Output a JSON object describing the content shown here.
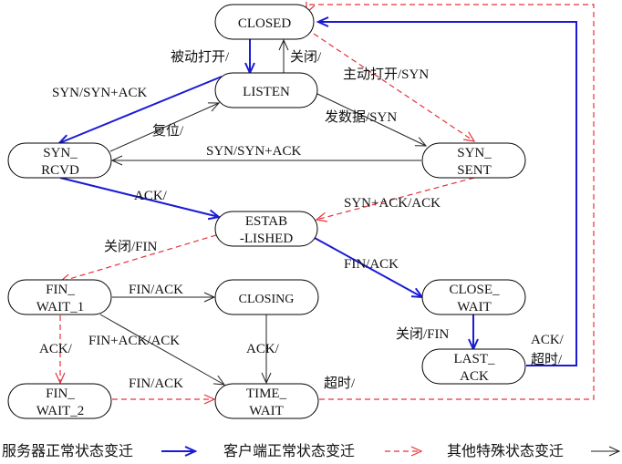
{
  "states": {
    "closed": [
      "CLOSED"
    ],
    "listen": [
      "LISTEN"
    ],
    "syn_rcvd": [
      "SYN_",
      "RCVD"
    ],
    "syn_sent": [
      "SYN_",
      "SENT"
    ],
    "established": [
      "ESTAB",
      "-LISHED"
    ],
    "fin_wait_1": [
      "FIN_",
      "WAIT_1"
    ],
    "closing": [
      "CLOSING"
    ],
    "close_wait": [
      "CLOSE_",
      "WAIT"
    ],
    "last_ack": [
      "LAST_",
      "ACK"
    ],
    "fin_wait_2": [
      "FIN_",
      "WAIT_2"
    ],
    "time_wait": [
      "TIME_",
      "WAIT"
    ]
  },
  "transitions": {
    "passive_open": "被动打开/",
    "close_listen": "关闭/",
    "active_open": "主动打开/SYN",
    "syn_synack": "SYN/SYN+ACK",
    "send_data": "发数据/SYN",
    "reset": "复位/",
    "syn_synack_2": "SYN/SYN+ACK",
    "ack_rcvd": "ACK/",
    "synack_ack": "SYN+ACK/ACK",
    "close_fin": "关闭/FIN",
    "fin_ack_est": "FIN/ACK",
    "fin_ack_closing": "FIN/ACK",
    "close_fin_cw": "关闭/FIN",
    "ack_fw1": "ACK/",
    "finack_ack": "FIN+ACK/ACK",
    "ack_closing": "ACK/",
    "ack_last": "ACK/",
    "timeout_last": "超时/",
    "fin_ack_fw2": "FIN/ACK",
    "timeout_tw": "超时/"
  },
  "legend": {
    "server": "服务器正常状态变迁",
    "client": "客户端正常状态变迁",
    "other": "其他特殊状态变迁"
  },
  "colors": {
    "server": "#1a1ad6",
    "client": "#e8303a",
    "other": "#222222"
  }
}
